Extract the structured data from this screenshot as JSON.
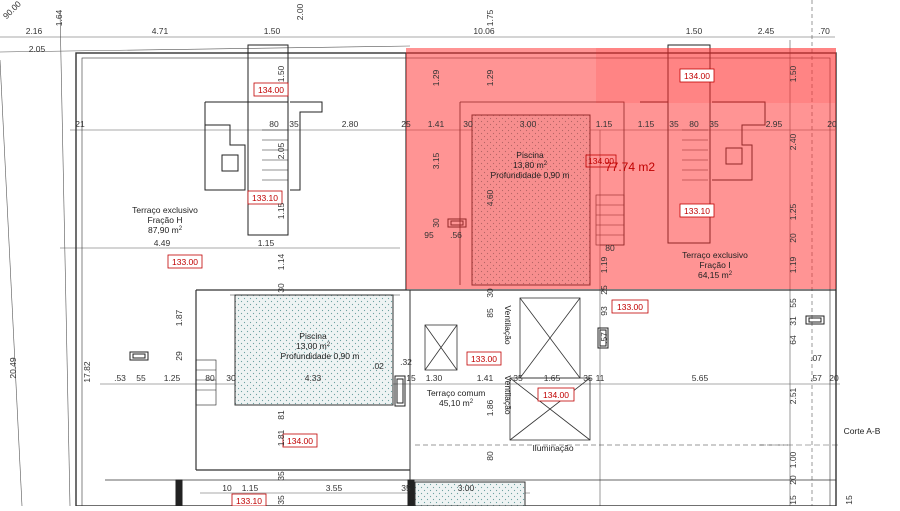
{
  "plan": {
    "highlight_area_label": "77.74 m2",
    "terrace_h": {
      "title": "Terraço exclusivo",
      "unit": "Fração H",
      "area": "87,90 m",
      "sup": "2"
    },
    "terrace_i": {
      "title": "Terraço exclusivo",
      "unit": "Fração I",
      "area": "64,15 m",
      "sup": "2"
    },
    "pool_upper": {
      "title": "Piscina",
      "area": "13,80 m",
      "sup": "2",
      "depth": "Profundidade 0,90 m"
    },
    "pool_lower": {
      "title": "Piscina",
      "area": "13,00 m",
      "sup": "2",
      "depth": "Profundidade 0,90 m"
    },
    "common_terrace": {
      "title": "Terraço  comum",
      "area": "45,10 m",
      "sup": "2"
    },
    "ventilation_label": "Ventilação",
    "lighting_label": "Iluminação",
    "section_label": "Corte A-B"
  },
  "elevation_tags": [
    "134.00",
    "133.10",
    "133.00",
    "134.00",
    "134.00",
    "133.10",
    "133.00",
    "133.00",
    "134.00",
    "134.00",
    "133.10"
  ],
  "dims_top": [
    "2.16",
    "1.64",
    "4.71",
    "1.50",
    "2.00",
    "1.75",
    "10.06",
    "1.50",
    "2.45",
    ".70",
    "2.05",
    "90.00"
  ],
  "dims_middle": [
    "21",
    "80",
    "35",
    "2.80",
    "25",
    "1.41",
    "30",
    "3.00",
    "1.15",
    "1.15",
    "35",
    "80",
    "35",
    "2.95",
    "20"
  ],
  "dims_vertical": [
    "1.50",
    "2.05",
    "1.15",
    "1.29",
    "3.15",
    "30",
    "4.60",
    "1.29",
    "1.19",
    "1.50",
    "2.40",
    "1.25",
    "20",
    "1.19",
    "1.87",
    "1.14",
    "30",
    "29",
    "20.49",
    "17.82",
    "85",
    "1.86",
    "30",
    "80",
    "93",
    "25",
    "31",
    "55",
    "64",
    "2.51",
    "1.00",
    "20",
    "15",
    "15",
    "35",
    "81",
    "1.81",
    "35",
    ".57"
  ],
  "dims_lower": [
    "4.49",
    "1.15",
    "95",
    ".56",
    "80",
    ".53",
    "55",
    "1.25",
    "80",
    "30",
    "4.33",
    ".02",
    ".32",
    "15",
    "1.30",
    "1.41",
    "35",
    "1.65",
    "35",
    "11",
    "5.65",
    ".57",
    "20",
    ".07",
    "1.15",
    "3.55",
    "35",
    "3.00",
    "10"
  ]
}
